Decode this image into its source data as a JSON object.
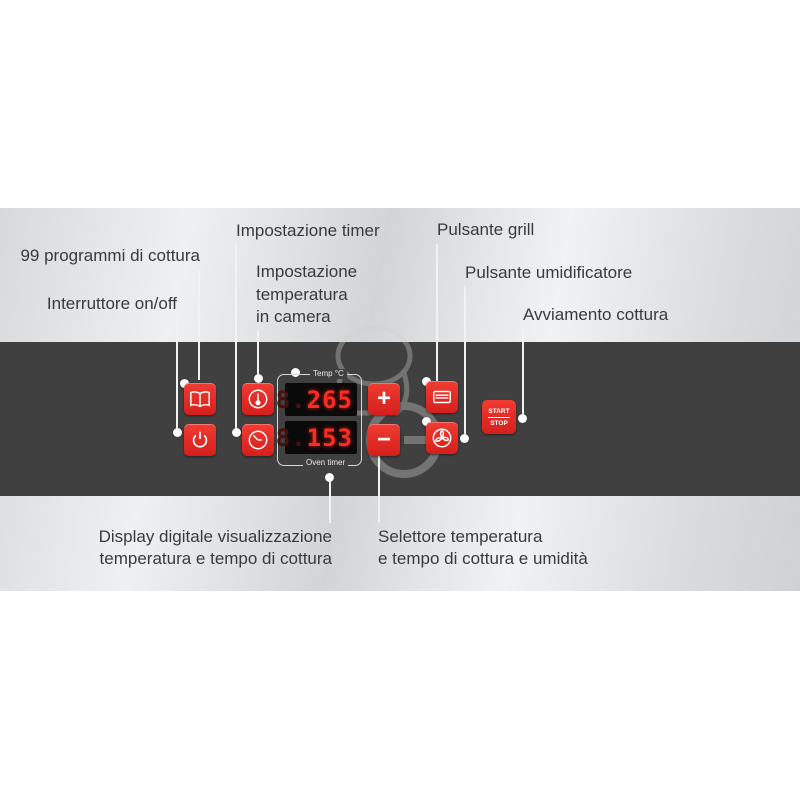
{
  "labels": {
    "programs": "99 programmi di cottura",
    "onoff": "Interruttore on/off",
    "timer": "Impostazione timer",
    "temp_line1": "Impostazione",
    "temp_line2": "temperatura",
    "temp_line3": "in camera",
    "grill": "Pulsante grill",
    "humidifier": "Pulsante umidificatore",
    "start_cooking": "Avviamento cottura",
    "display_line1": "Display digitale visualizzazione",
    "display_line2": "temperatura e tempo di cottura",
    "selector_line1": "Selettore temperatura",
    "selector_line2": "e tempo di cottura e umidità"
  },
  "display": {
    "temp_caption": "Temp °C",
    "timer_caption": "Oven timer",
    "temp_dim": "8.",
    "temp_lit": "265",
    "timer_dim": "8.",
    "timer_lit": "153"
  },
  "buttons": {
    "plus": "+",
    "minus": "−",
    "start": "START",
    "stop": "STOP"
  },
  "icons": {
    "programs": "book-icon",
    "power": "power-icon",
    "temperature": "thermometer-icon",
    "timer": "clock-icon",
    "grill": "grill-icon",
    "humidifier": "humidity-fan-icon"
  },
  "colors": {
    "button_red": "#e2291f",
    "panel": "#404040",
    "led": "#ff2b22"
  }
}
